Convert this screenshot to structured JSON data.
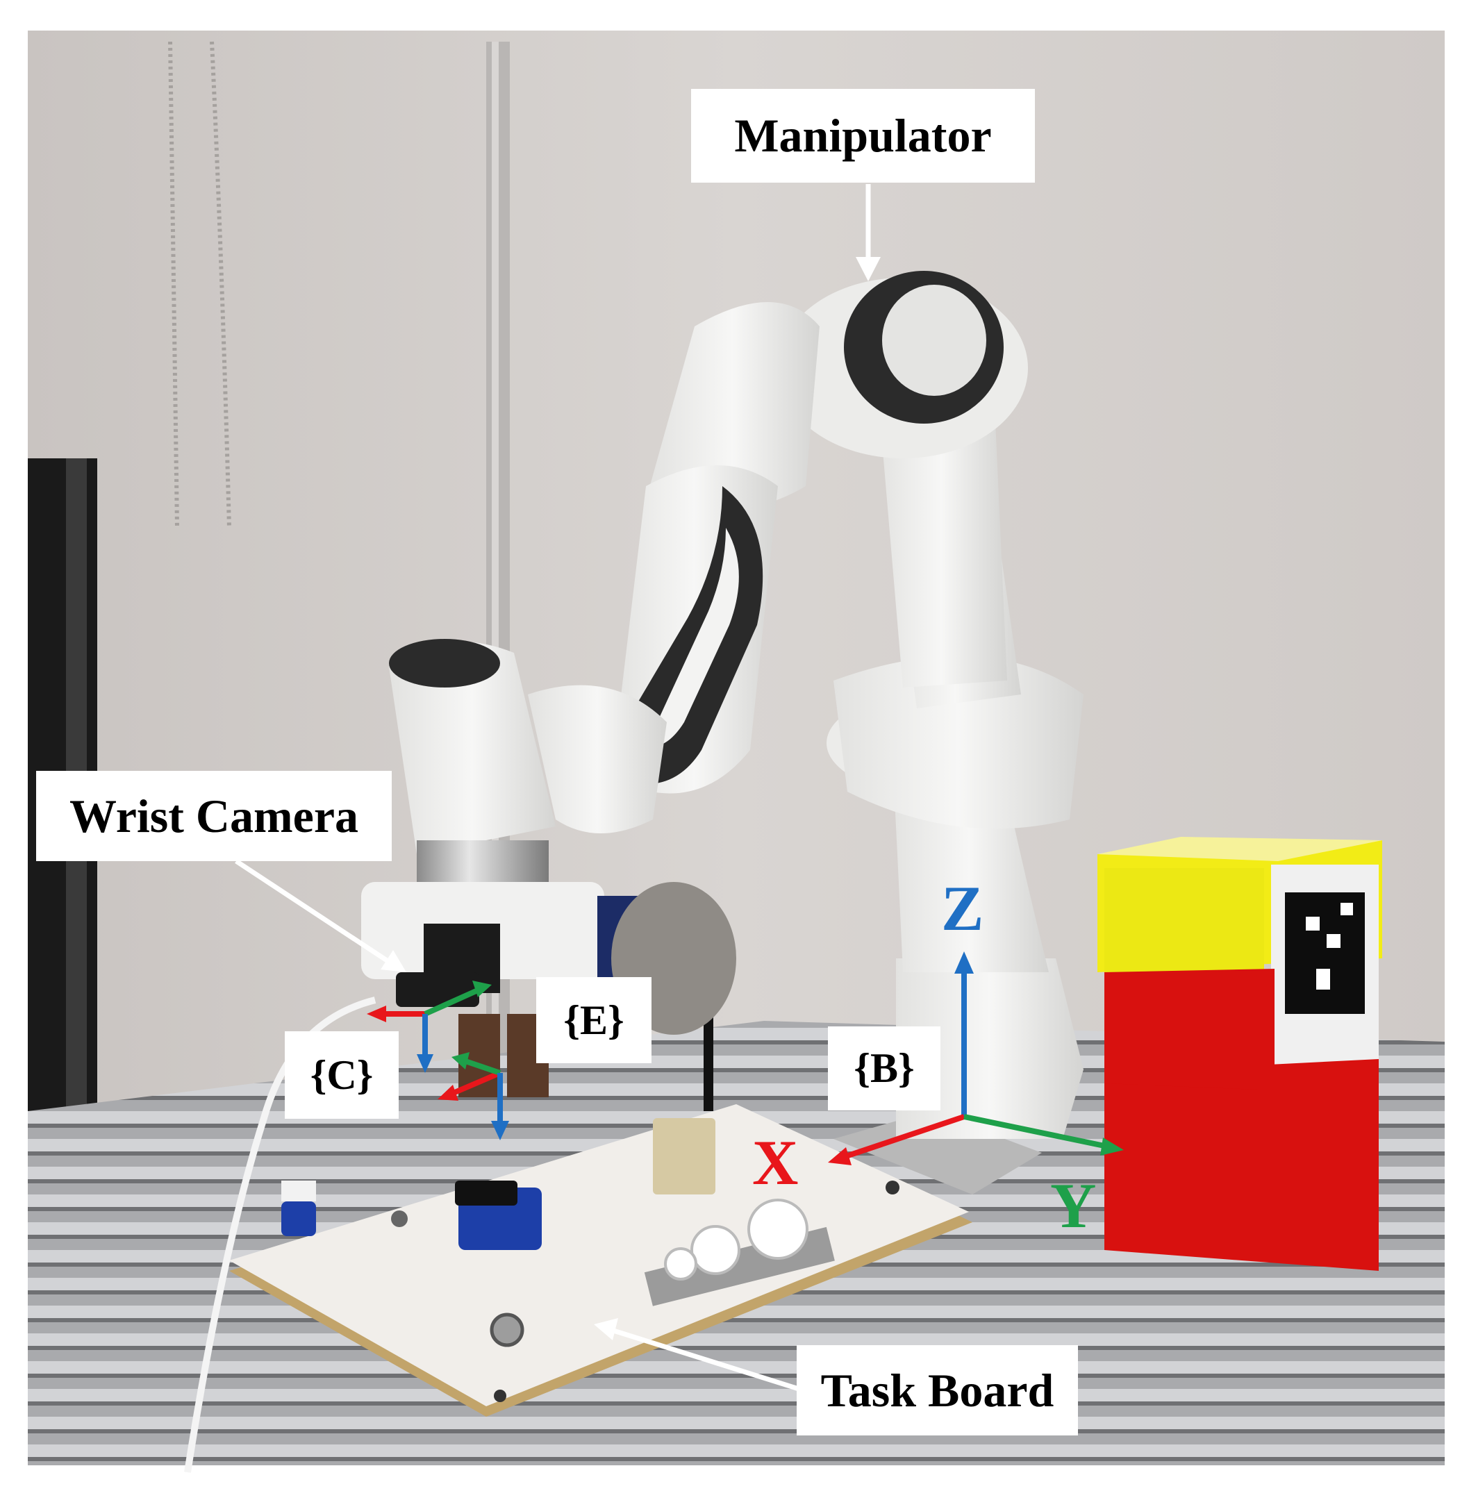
{
  "labels": {
    "manipulator": "Manipulator",
    "wrist_camera": "Wrist Camera",
    "task_board": "Task Board",
    "frame_e": "{E}",
    "frame_c": "{C}",
    "frame_b": "{B}"
  },
  "axes": {
    "x": "X",
    "y": "Y",
    "z": "Z"
  },
  "colors": {
    "x_axis": "#e8161b",
    "y_axis": "#1ea04a",
    "z_axis": "#1f6fc4",
    "block_top": "#f2ec16",
    "block_bottom": "#d8110f"
  }
}
